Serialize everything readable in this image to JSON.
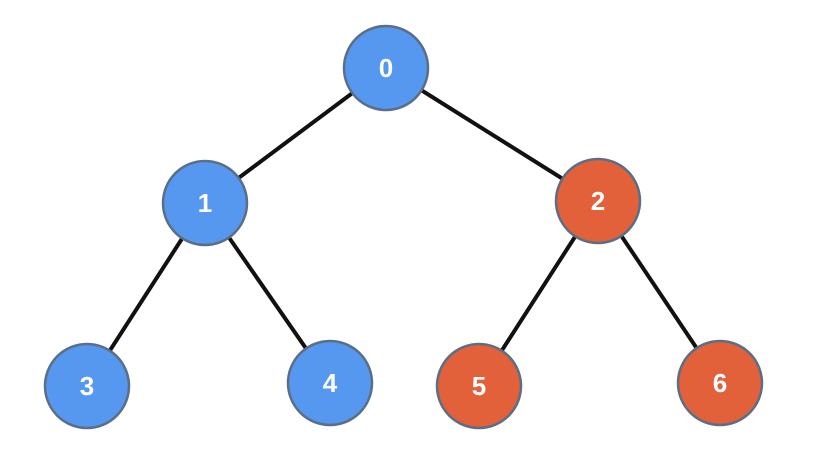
{
  "colors": {
    "blue": "#5697f0",
    "orange": "#e2603a",
    "edge": "#111111"
  },
  "nodes": [
    {
      "id": "0",
      "label": "0",
      "color": "blue"
    },
    {
      "id": "1",
      "label": "1",
      "color": "blue"
    },
    {
      "id": "2",
      "label": "2",
      "color": "orange"
    },
    {
      "id": "3",
      "label": "3",
      "color": "blue"
    },
    {
      "id": "4",
      "label": "4",
      "color": "blue"
    },
    {
      "id": "5",
      "label": "5",
      "color": "orange"
    },
    {
      "id": "6",
      "label": "6",
      "color": "orange"
    }
  ],
  "edges": [
    {
      "from": "0",
      "to": "1"
    },
    {
      "from": "0",
      "to": "2"
    },
    {
      "from": "1",
      "to": "3"
    },
    {
      "from": "1",
      "to": "4"
    },
    {
      "from": "2",
      "to": "5"
    },
    {
      "from": "2",
      "to": "6"
    }
  ]
}
